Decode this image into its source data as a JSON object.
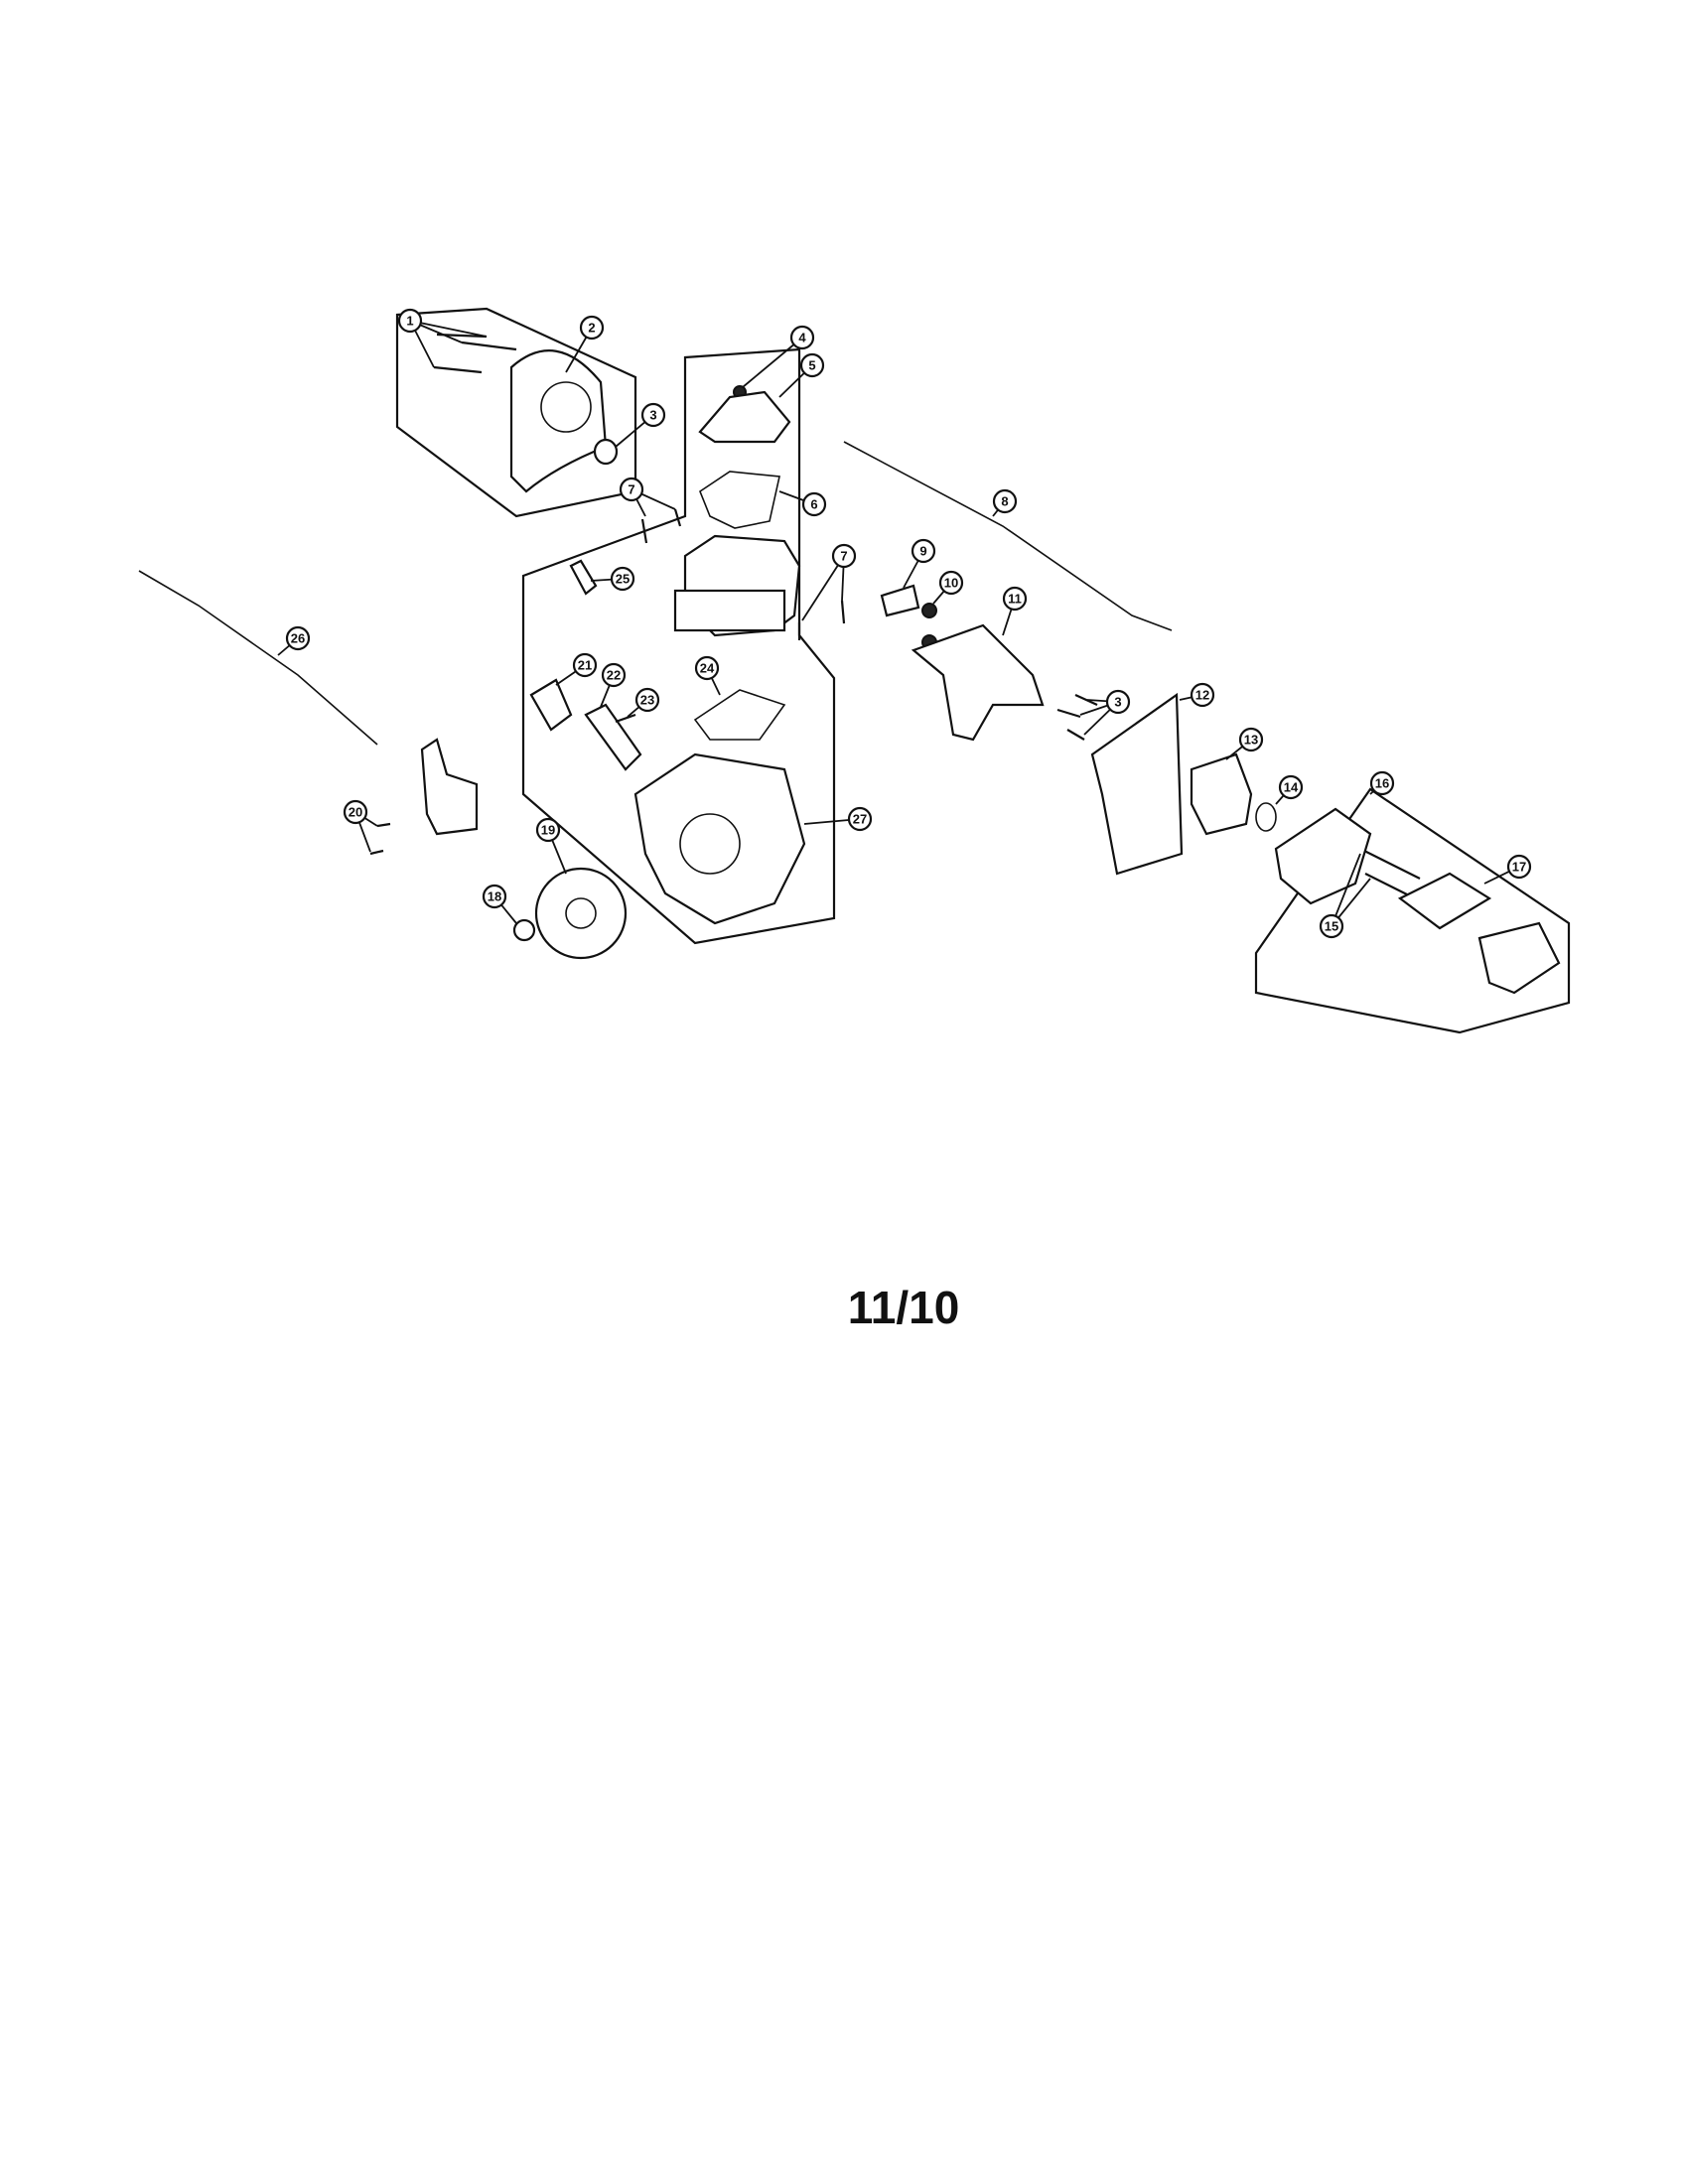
{
  "diagram": {
    "callouts": [
      {
        "id": "1",
        "label": "1"
      },
      {
        "id": "2",
        "label": "2"
      },
      {
        "id": "3a",
        "label": "3"
      },
      {
        "id": "3b",
        "label": "3"
      },
      {
        "id": "4",
        "label": "4"
      },
      {
        "id": "5",
        "label": "5"
      },
      {
        "id": "6",
        "label": "6"
      },
      {
        "id": "7a",
        "label": "7"
      },
      {
        "id": "7b",
        "label": "7"
      },
      {
        "id": "8",
        "label": "8"
      },
      {
        "id": "9",
        "label": "9"
      },
      {
        "id": "10",
        "label": "10"
      },
      {
        "id": "11",
        "label": "11"
      },
      {
        "id": "12",
        "label": "12"
      },
      {
        "id": "13",
        "label": "13"
      },
      {
        "id": "14",
        "label": "14"
      },
      {
        "id": "15",
        "label": "15"
      },
      {
        "id": "16",
        "label": "16"
      },
      {
        "id": "17",
        "label": "17"
      },
      {
        "id": "18",
        "label": "18"
      },
      {
        "id": "19",
        "label": "19"
      },
      {
        "id": "20",
        "label": "20"
      },
      {
        "id": "21",
        "label": "21"
      },
      {
        "id": "22",
        "label": "22"
      },
      {
        "id": "23",
        "label": "23"
      },
      {
        "id": "24",
        "label": "24"
      },
      {
        "id": "25",
        "label": "25"
      },
      {
        "id": "26",
        "label": "26"
      },
      {
        "id": "27",
        "label": "27"
      }
    ]
  },
  "footer": {
    "date_code": "11/10"
  }
}
